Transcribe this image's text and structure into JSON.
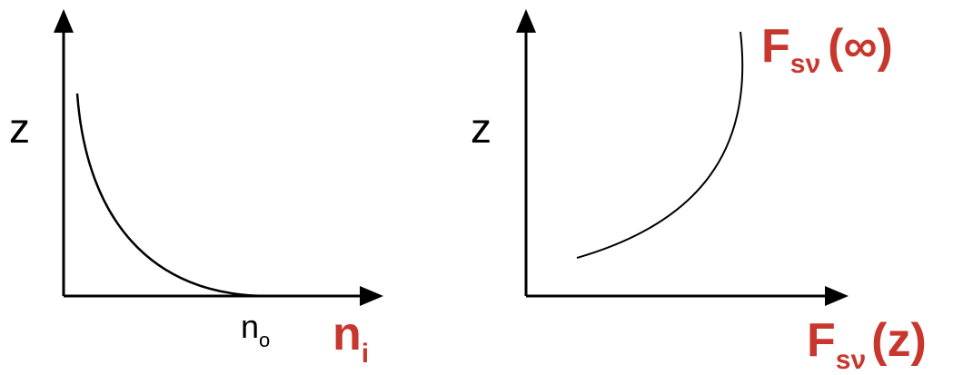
{
  "colors": {
    "axis": "#000000",
    "accent": "#c8372d"
  },
  "left_panel": {
    "y_axis_label": "z",
    "x_tick_label": "n",
    "x_tick_sub": "o",
    "x_axis_label": "n",
    "x_axis_sub": "i"
  },
  "right_panel": {
    "y_axis_label": "z",
    "top_label": "F",
    "top_label_sub": "sν",
    "top_label_arg": "(∞)",
    "x_axis_label": "F",
    "x_axis_sub": "sν",
    "x_axis_arg": "(z)"
  }
}
